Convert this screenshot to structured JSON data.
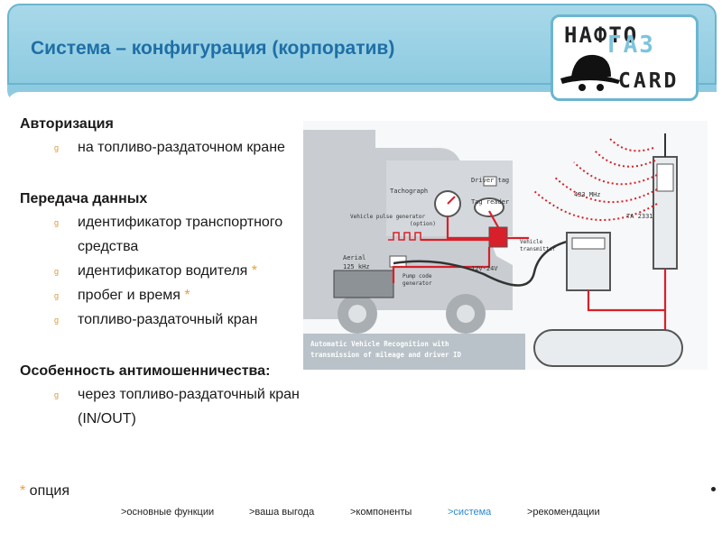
{
  "header": {
    "title": "Система – конфигурация (корпоратив)"
  },
  "logo": {
    "word1": "НАФТО",
    "word2": "ГАЗ",
    "word3": "CARD"
  },
  "sections": {
    "auth": {
      "heading": "Авторизация",
      "items": [
        "на топливо-раздаточном кране"
      ]
    },
    "data": {
      "heading": "Передача данных",
      "items": [
        "идентификатор транспортного",
        "средства",
        "идентификатор водителя",
        "пробег и время",
        "топливо-раздаточный кран"
      ],
      "star": "*"
    },
    "fraud": {
      "heading": "Особенность антимошенничества:",
      "items": [
        "через топливо-раздаточный кран",
        "(IN/OUT)"
      ]
    }
  },
  "bullet_glyph": "g",
  "footnote": {
    "star": "*",
    "text": " опция"
  },
  "nav": {
    "items": [
      ">основные функции",
      ">ваша выгода",
      ">компоненты",
      ">система",
      ">рекомендации"
    ],
    "active": ">система"
  },
  "diagram": {
    "labels": {
      "tachograph": "Tachograph",
      "driver_tag": "Driver tag",
      "tag_reader": "Tag reader",
      "pulse": "Vehicle pulse generator",
      "option": "(option)",
      "aerial": "Aerial",
      "khz": "125 kHz",
      "pump": "Pump code",
      "generator": "generator",
      "voltage": "12V-24V",
      "vehicle": "Vehicle",
      "transmitter": "transmitter",
      "mhz": "433 MHz",
      "ta": "TA 2331",
      "caption1": "Automatic Vehicle Recognition with",
      "caption2": "transmission of mileage and driver ID"
    },
    "colors": {
      "accent": "#d8202a",
      "truck": "#c8ccd0",
      "caption_bg": "#b9c2c8"
    }
  }
}
